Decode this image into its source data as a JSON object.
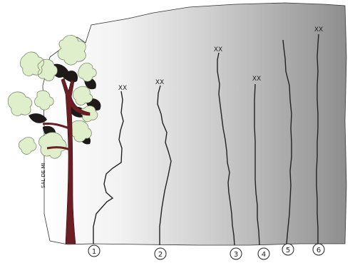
{
  "crag": {
    "side_label": "SAL DE MI",
    "routes": [
      {
        "number": "1",
        "anchor": "XX"
      },
      {
        "number": "2",
        "anchor": "XX"
      },
      {
        "number": "3",
        "anchor": "XX"
      },
      {
        "number": "4",
        "anchor": "XX"
      },
      {
        "number": "5",
        "anchor": ""
      },
      {
        "number": "6",
        "anchor": "XX"
      }
    ]
  },
  "colors": {
    "rock_light": "#ffffff",
    "rock_dark": "#8e8e8e",
    "route_line": "#222222",
    "trunk": "#6b1e24",
    "leaf_light": "#dfeecb",
    "leaf_dark": "#1e1a19"
  }
}
